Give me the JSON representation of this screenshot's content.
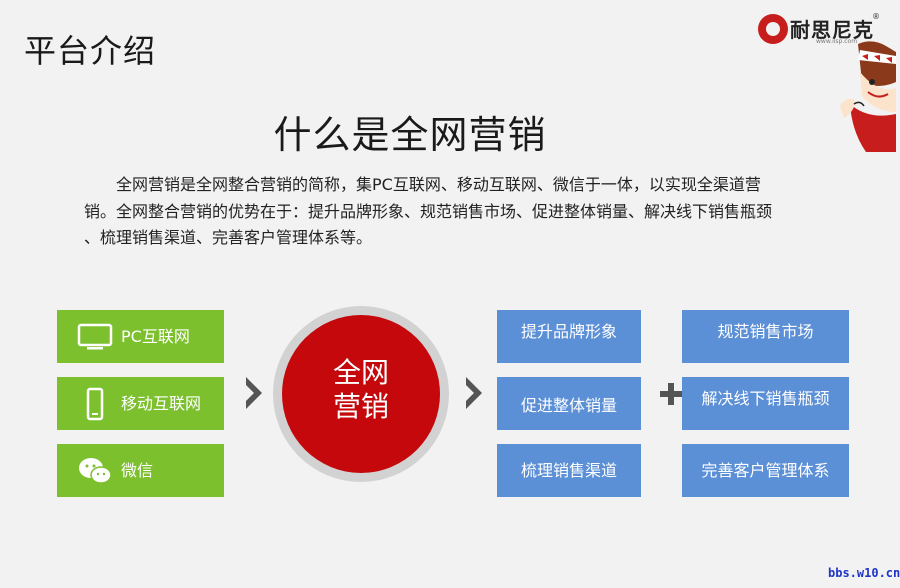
{
  "header": {
    "title": "平台介绍"
  },
  "logo": {
    "text": "耐思尼克",
    "reg": "®",
    "url": "www.iisp.com"
  },
  "main": {
    "title": "什么是全网营销",
    "intro": "全网营销是全网整合营销的简称，集PC互联网、移动互联网、微信于一体，以实现全渠道营销。全网整合营销的优势在于：提升品牌形象、规范销售市场、促进整体销量、解决线下销售瓶颈 、梳理销售渠道、完善客户管理体系等。"
  },
  "sources": [
    {
      "label": "PC互联网",
      "icon": "monitor-icon"
    },
    {
      "label": "移动互联网",
      "icon": "smartphone-icon"
    },
    {
      "label": "微信",
      "icon": "wechat-icon"
    }
  ],
  "center": {
    "line1": "全网",
    "line2": "营销"
  },
  "benefits_left": [
    "提升品牌形象",
    "促进整体销量",
    "梳理销售渠道"
  ],
  "benefits_right": [
    "规范销售市场",
    "解决线下销售瓶颈",
    "完善客户管理体系"
  ],
  "colors": {
    "green": "#7cc02e",
    "blue": "#5b8fd6",
    "red": "#c4080c",
    "ring": "#d2d2d2"
  },
  "watermark": "bbs.w10.cn"
}
